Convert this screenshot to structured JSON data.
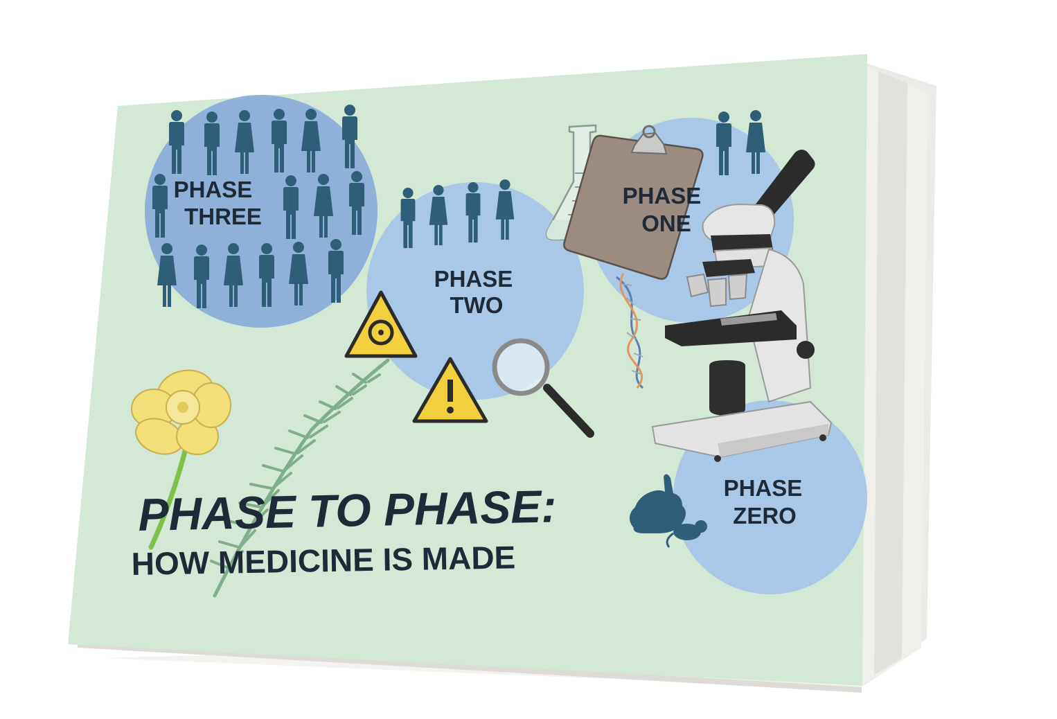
{
  "cover": {
    "title": "PHASE TO PHASE:",
    "subtitle": "HOW MEDICINE IS MADE"
  },
  "phases": {
    "three": {
      "line1": "PHASE",
      "line2": "THREE"
    },
    "two": {
      "line1": "PHASE",
      "line2": "TWO"
    },
    "one": {
      "line1": "PHASE",
      "line2": "ONE"
    },
    "zero": {
      "line1": "PHASE",
      "line2": "ZERO"
    }
  },
  "icons": [
    "people-icon",
    "biohazard-icon",
    "warning-icon",
    "magnifier-icon",
    "flask-icon",
    "clipboard-icon",
    "dna-icon",
    "microscope-icon",
    "rabbit-icon",
    "mouse-icon",
    "daffodil-icon",
    "fern-icon"
  ],
  "colors": {
    "cover_bg": "#d4e8d6",
    "circle_blue": "#a7c7e6",
    "circle_dark": "#8fb0d9",
    "people": "#2f5f78",
    "text": "#1f2a38",
    "warning_yellow": "#f2cf3c",
    "daffodil": "#f4e07a",
    "fern": "#7fae8a"
  }
}
